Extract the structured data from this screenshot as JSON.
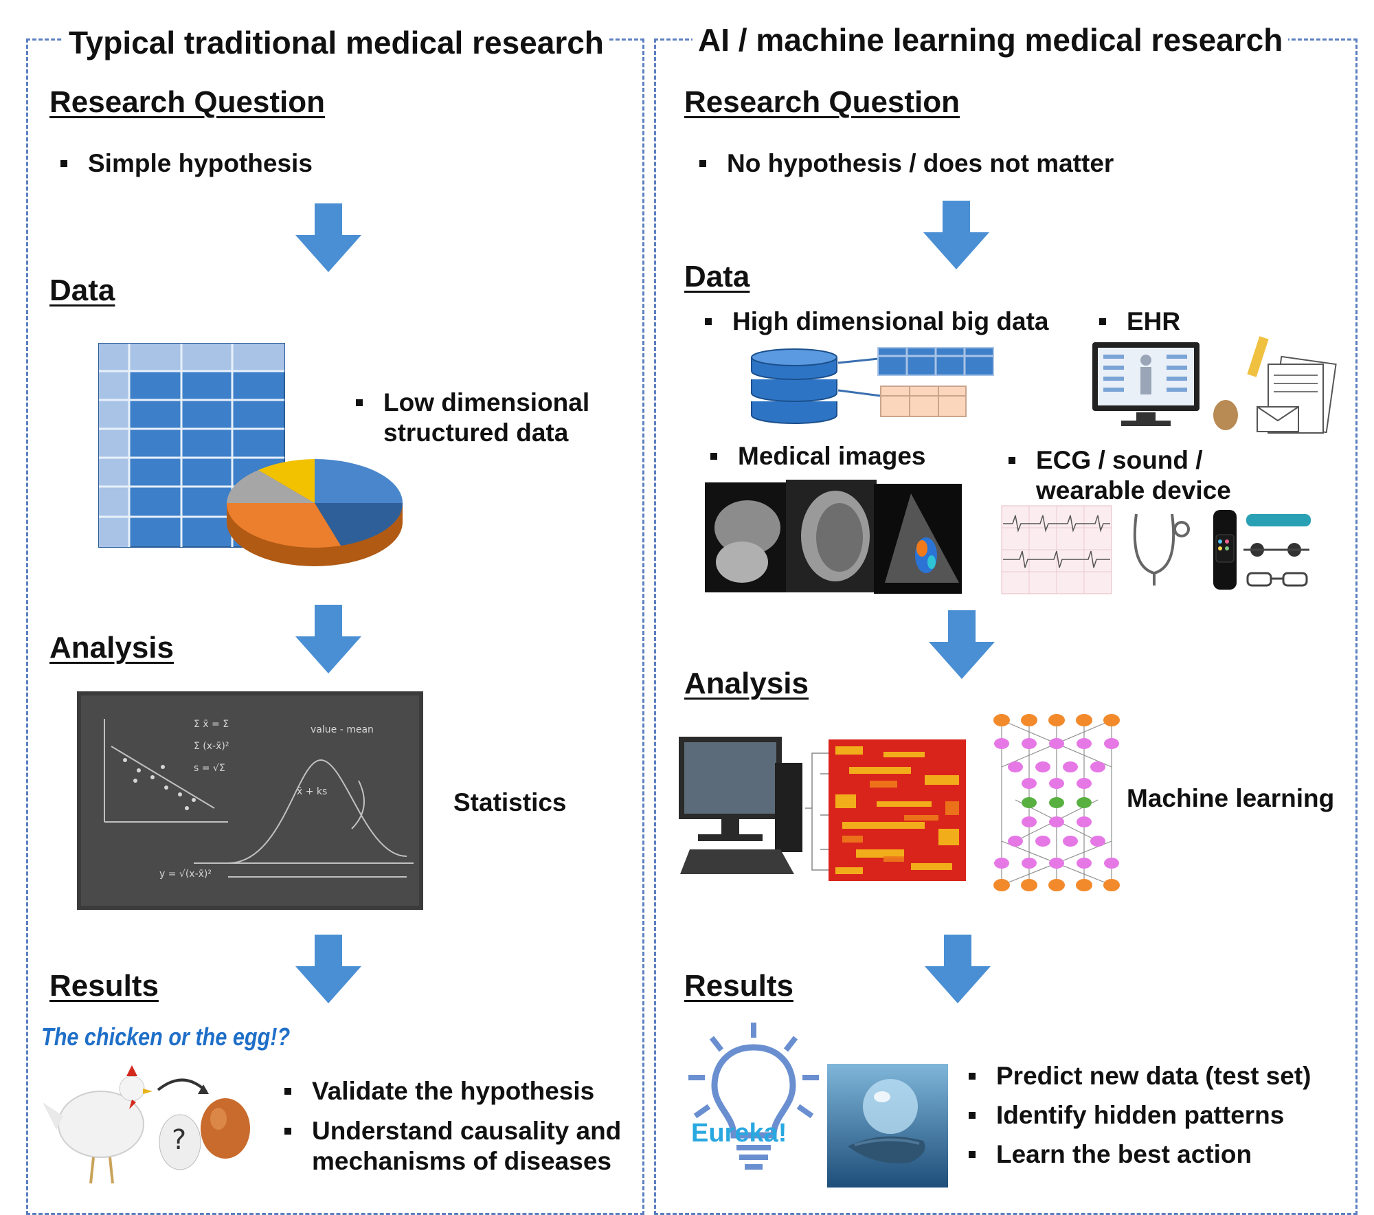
{
  "left": {
    "title": "Typical traditional medical research",
    "question": {
      "heading": "Research Question",
      "bullet": "Simple hypothesis"
    },
    "data": {
      "heading": "Data",
      "bullet_line1": "Low dimensional",
      "bullet_line2": "structured data"
    },
    "analysis": {
      "heading": "Analysis",
      "label": "Statistics"
    },
    "results": {
      "heading": "Results",
      "tagline": "The chicken or the egg!?",
      "bullet1": "Validate the hypothesis",
      "bullet2_line1": "Understand causality and",
      "bullet2_line2": "mechanisms of diseases"
    }
  },
  "right": {
    "title": "AI / machine learning medical research",
    "question": {
      "heading": "Research Question",
      "bullet": "No hypothesis / does not matter"
    },
    "data": {
      "heading": "Data",
      "bullet_bigdata": "High dimensional big data",
      "bullet_ehr": "EHR",
      "bullet_images": "Medical images",
      "bullet_ecg_line1": "ECG / sound /",
      "bullet_ecg_line2": "wearable device"
    },
    "analysis": {
      "heading": "Analysis",
      "label": "Machine learning"
    },
    "results": {
      "heading": "Results",
      "eureka": "Eureka!",
      "bullet1": "Predict new data (test set)",
      "bullet2": "Identify hidden patterns",
      "bullet3": "Learn the best action"
    }
  },
  "colors": {
    "border": "#5b7fc0",
    "arrow": "#4a8fd4",
    "table_blue": "#3d7fc8",
    "table_light": "#a9c3e6",
    "pie_blue": "#4a86cc",
    "pie_orange": "#ec7f2d",
    "pie_gray": "#a6a6a6",
    "pie_yellow": "#f2c200",
    "heatmap_red": "#d9241b",
    "heatmap_yellow": "#f7c51c",
    "nn_orange": "#f28a2c",
    "nn_pink": "#e678e6",
    "nn_green": "#58b040",
    "tagline": "#1f6fc8",
    "eureka": "#29a8e0"
  }
}
